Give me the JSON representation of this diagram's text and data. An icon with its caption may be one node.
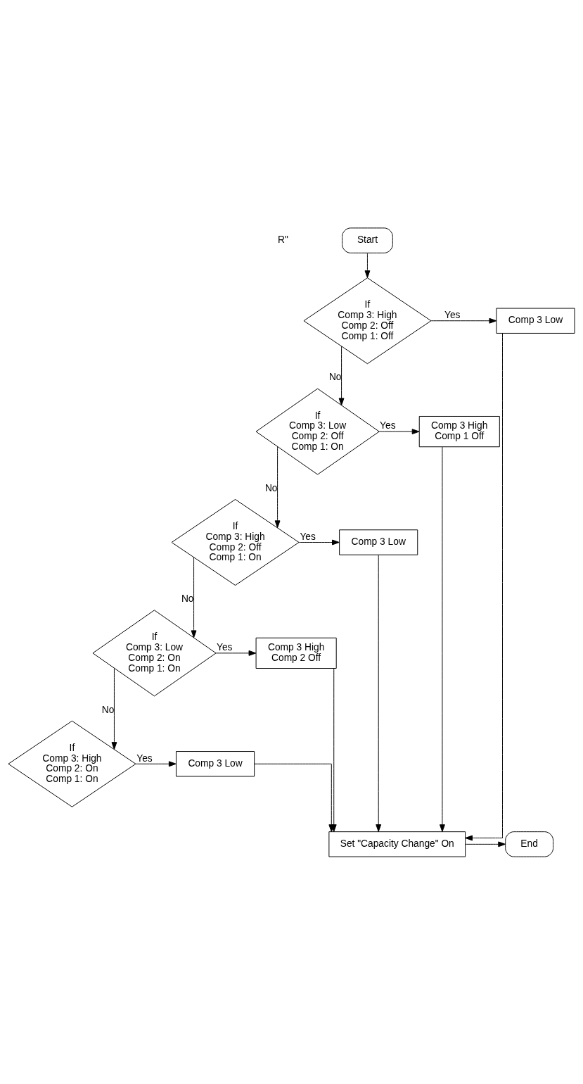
{
  "diagram": {
    "nodes": [
      {
        "text": [
          "Start"
        ]
      },
      {
        "text": [
          "If",
          "Comp 3: High",
          "Comp 2: Off",
          "Comp 1: Off"
        ]
      },
      {
        "text": [
          "Comp 3 Low"
        ]
      },
      {
        "text": [
          "If",
          "Comp 3: Low",
          "Comp 2: Off",
          "Comp 1: On"
        ]
      },
      {
        "text": [
          "Comp 3 High",
          "Comp 1 Off"
        ]
      },
      {
        "text": [
          "If",
          "Comp 3: High",
          "Comp 2: Off",
          "Comp 1: On"
        ]
      },
      {
        "text": [
          "Comp 3 Low"
        ]
      },
      {
        "text": [
          "If",
          "Comp 3: Low",
          "Comp 2: On",
          "Comp 1: On"
        ]
      },
      {
        "text": [
          "Comp 3 High",
          "Comp 2 Off"
        ]
      },
      {
        "text": [
          "If",
          "Comp 3: High",
          "Comp 2: On",
          "Comp 1: On"
        ]
      },
      {
        "text": [
          "Comp 3 Low"
        ]
      },
      {
        "text": [
          "Set \"Capacity Change\" On"
        ]
      },
      {
        "text": [
          "End"
        ]
      }
    ],
    "edges": [
      {
        "from": 0,
        "to": 1,
        "arrow": "to"
      },
      {
        "from": 1,
        "to": 2,
        "arrow": "to",
        "label": "Yes"
      },
      {
        "from": 1,
        "to": 3,
        "arrow": "to",
        "label": "No"
      },
      {
        "from": 3,
        "to": 4,
        "arrow": "to",
        "label": "Yes"
      },
      {
        "from": 3,
        "to": 5,
        "arrow": "to",
        "label": "No"
      },
      {
        "from": 5,
        "to": 6,
        "arrow": "to",
        "label": "Yes"
      },
      {
        "from": 5,
        "to": 7,
        "arrow": "to",
        "label": "No"
      },
      {
        "from": 7,
        "to": 8,
        "arrow": "to",
        "label": "Yes"
      },
      {
        "from": 7,
        "to": 9,
        "arrow": "to",
        "label": "No"
      },
      {
        "from": 9,
        "to": 10,
        "arrow": "to",
        "label": "Yes"
      },
      {
        "from": 2,
        "to": 11,
        "arrow": "to"
      },
      {
        "from": 4,
        "to": 11,
        "arrow": "to"
      },
      {
        "from": 6,
        "to": 11,
        "arrow": "to"
      },
      {
        "from": 8,
        "to": 11,
        "arrow": "to"
      },
      {
        "from": 10,
        "to": 11,
        "arrow": "to"
      },
      {
        "from": 11,
        "to": 12,
        "arrow": "to"
      }
    ],
    "labels": [
      "R\""
    ]
  }
}
